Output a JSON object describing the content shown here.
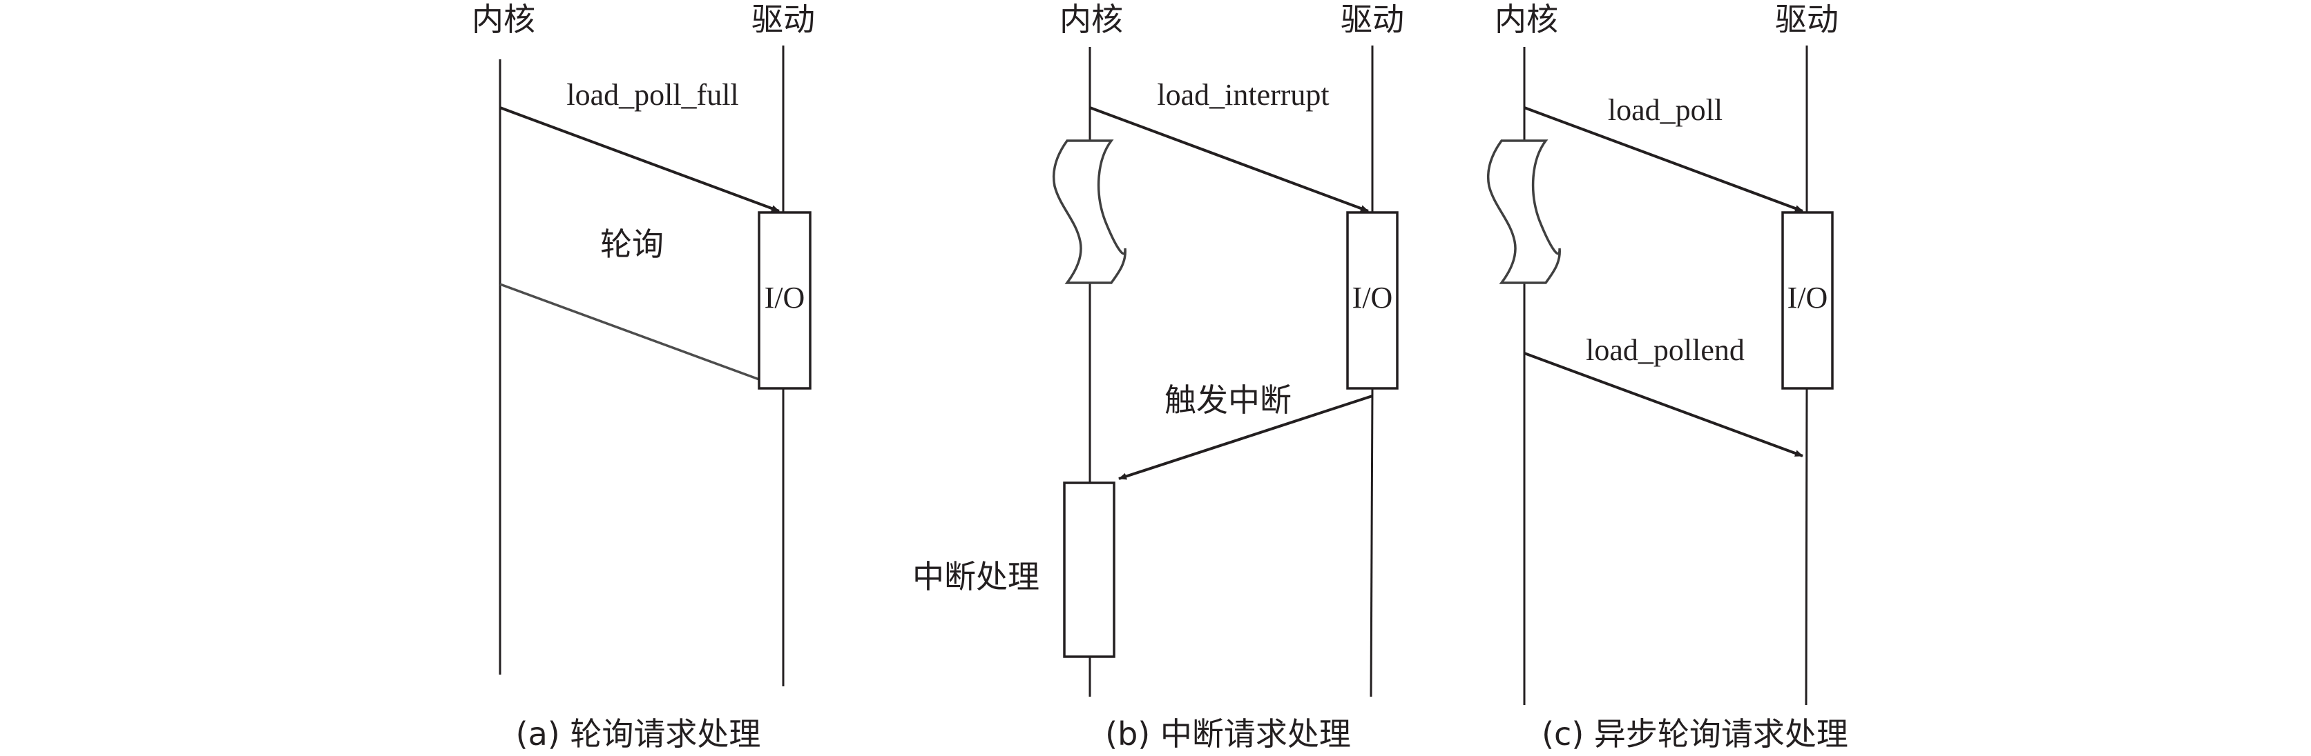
{
  "figure": {
    "panels": [
      {
        "id": "a",
        "left_lifeline": "内核",
        "right_lifeline": "驱动",
        "messages": [
          {
            "label": "load_poll_full",
            "from": "内核",
            "to": "驱动",
            "arrow": true
          }
        ],
        "return_line_label": "轮询",
        "activation_label": "I/O",
        "caption": "(a)  轮询请求处理"
      },
      {
        "id": "b",
        "left_lifeline": "内核",
        "right_lifeline": "驱动",
        "messages": [
          {
            "label": "load_interrupt",
            "from": "内核",
            "to": "驱动",
            "arrow": true
          },
          {
            "label": "触发中断",
            "from": "驱动",
            "to": "内核",
            "arrow": true
          }
        ],
        "activation_label": "I/O",
        "handler_label": "中断处理",
        "has_break_symbol": true,
        "caption": "(b)  中断请求处理"
      },
      {
        "id": "c",
        "left_lifeline": "内核",
        "right_lifeline": "驱动",
        "messages": [
          {
            "label": "load_poll",
            "from": "内核",
            "to": "驱动",
            "arrow": true
          },
          {
            "label": "load_pollend",
            "from": "内核",
            "to": "驱动",
            "arrow": true
          }
        ],
        "activation_label": "I/O",
        "has_break_symbol": true,
        "caption": "(c)  异步轮询请求处理"
      }
    ]
  }
}
